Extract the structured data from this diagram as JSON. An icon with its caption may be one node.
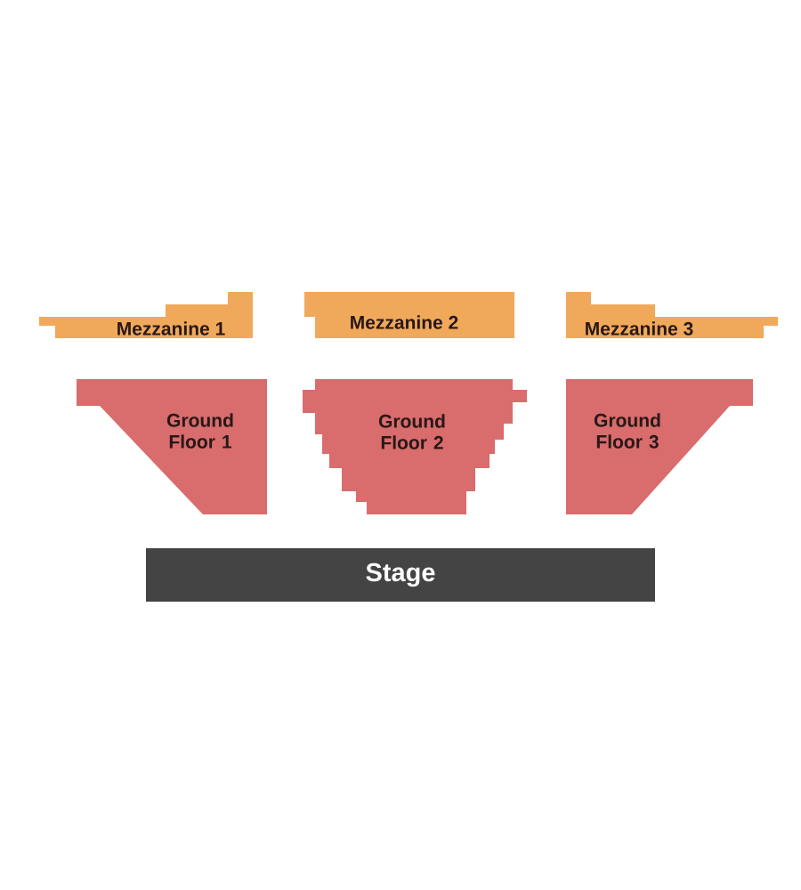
{
  "diagram": {
    "nodes": [
      {
        "text": [
          "Mezzanine 1"
        ]
      },
      {
        "text": [
          "Mezzanine 2"
        ]
      },
      {
        "text": [
          "Mezzanine 3"
        ]
      },
      {
        "text": [
          "Ground Floor 1"
        ]
      },
      {
        "text": [
          "Ground Floor 2"
        ]
      },
      {
        "text": [
          "Ground Floor 3"
        ]
      },
      {
        "text": [
          "Stage"
        ]
      }
    ]
  }
}
